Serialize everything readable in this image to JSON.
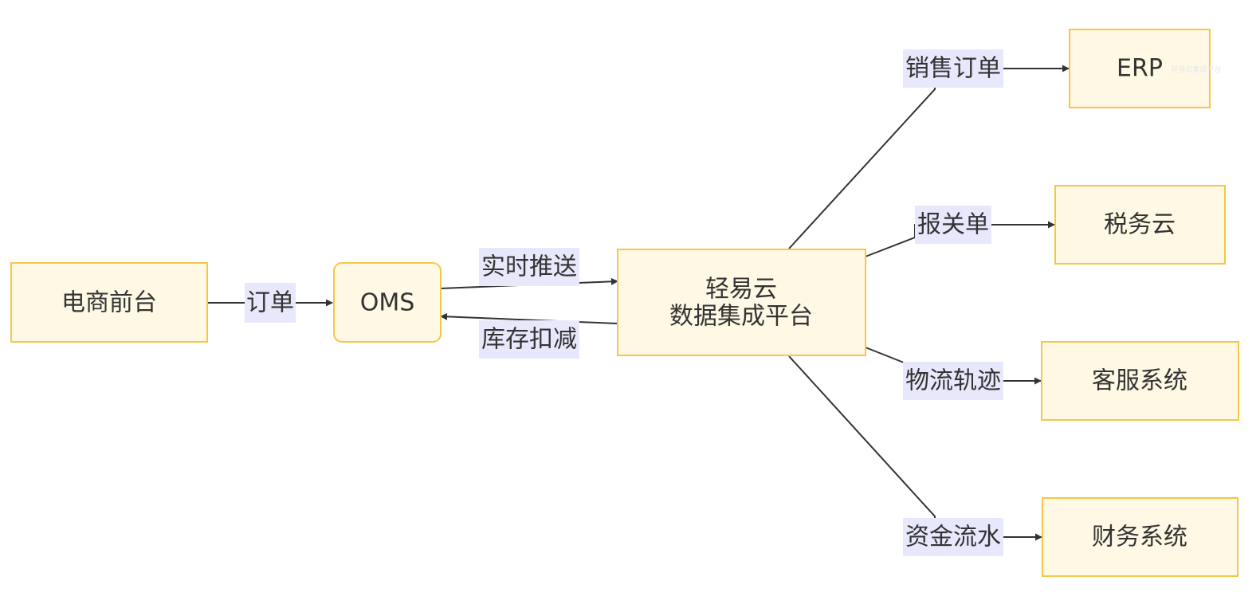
{
  "nodes": {
    "ecommerce": "电商前台",
    "oms": "OMS",
    "platform_line1": "轻易云",
    "platform_line2": "数据集成平台",
    "erp": "ERP",
    "tax": "税务云",
    "service": "客服系统",
    "finance": "财务系统"
  },
  "edges": {
    "order": "订单",
    "realtime_push": "实时推送",
    "inventory_deduct": "库存扣减",
    "sales_order": "销售订单",
    "customs": "报关单",
    "logistics": "物流轨迹",
    "funds": "资金流水"
  },
  "watermark": "轻易云集成平台",
  "colors": {
    "node_fill": "#fff8e4",
    "node_border": "#f6c744",
    "edge_label_bg": "#e8e8fc",
    "line": "#333333"
  }
}
